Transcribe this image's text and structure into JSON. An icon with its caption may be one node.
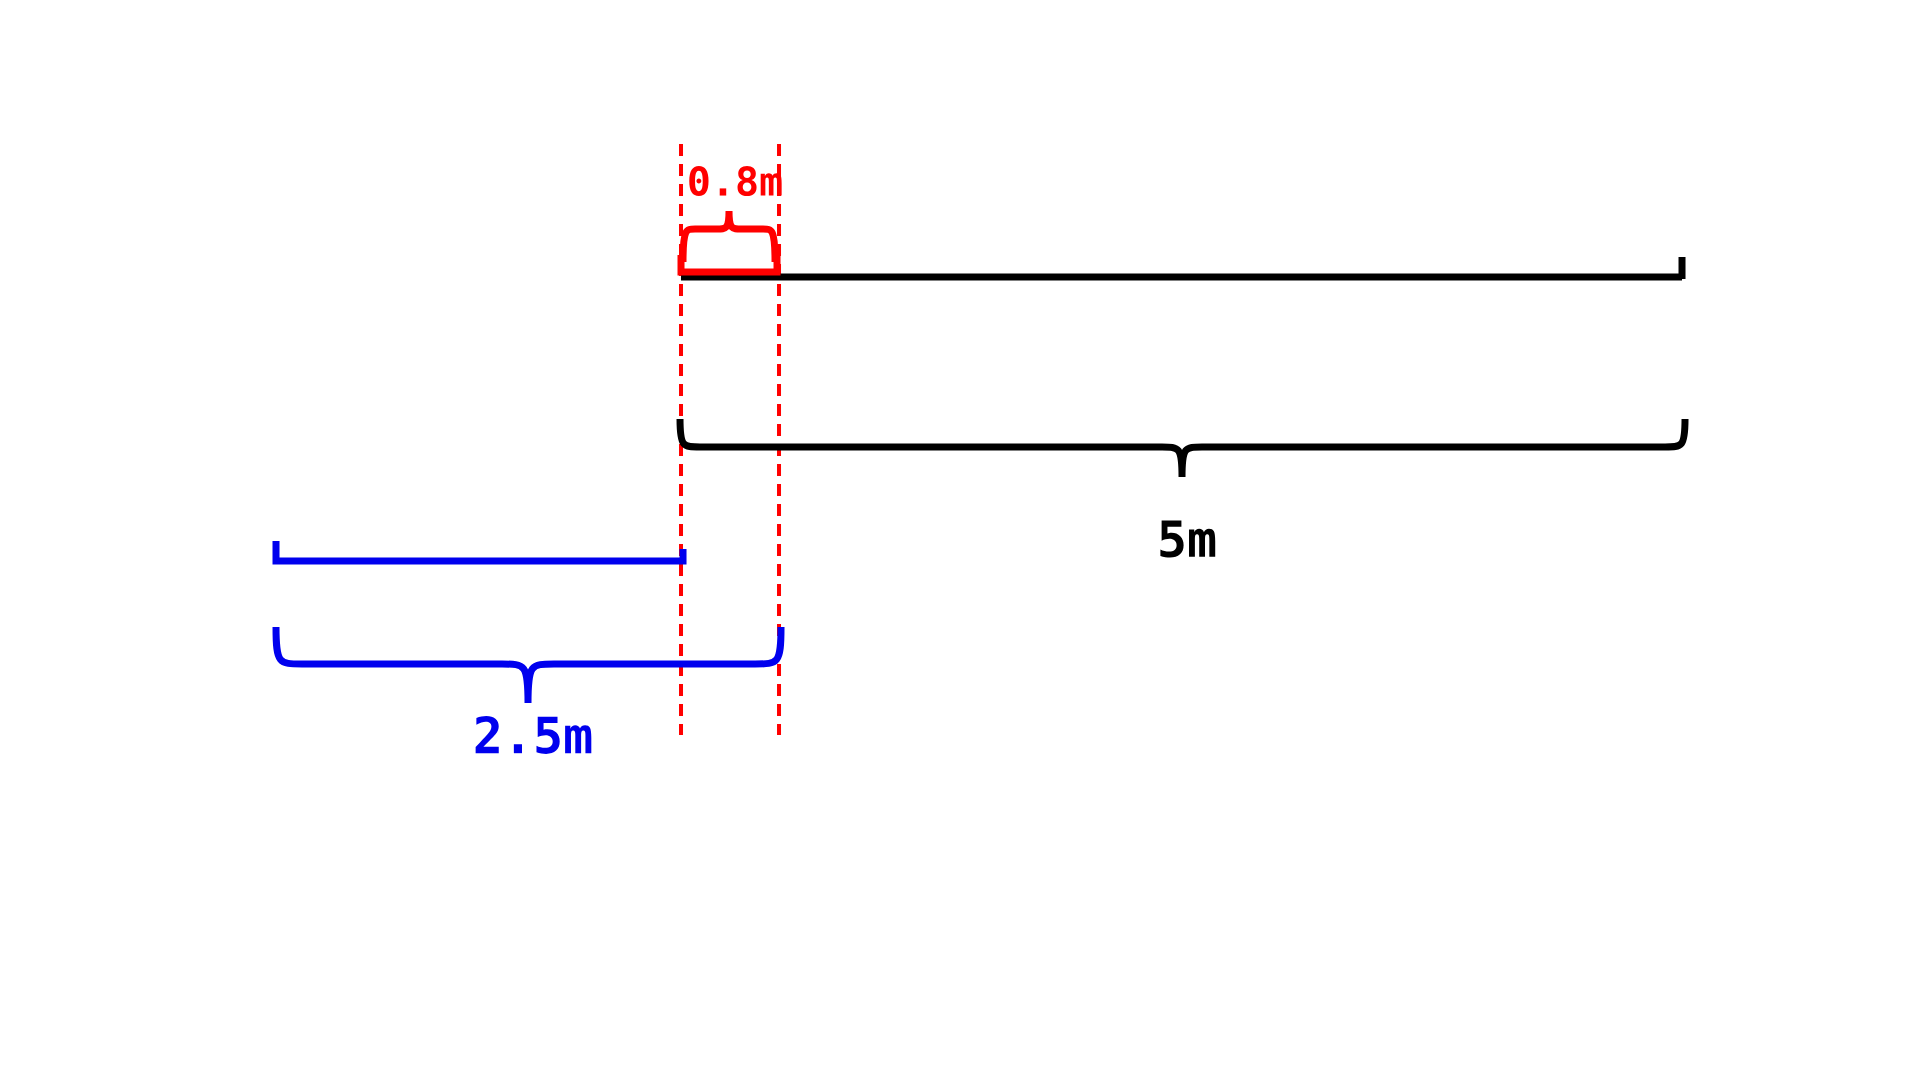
{
  "diagram": {
    "labels": [
      "0.8m",
      "5m",
      "2.5m"
    ]
  }
}
